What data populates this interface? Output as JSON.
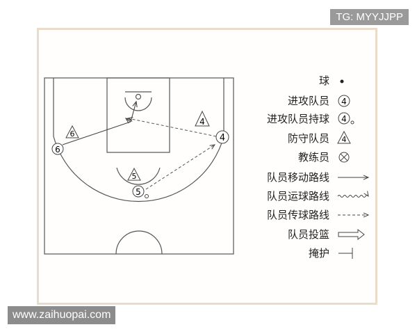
{
  "watermarks": {
    "top_right": "TG: MYYJJPP",
    "bottom_left": "www.zaihuopai.com"
  },
  "players": {
    "offense_left": "6",
    "offense_right": "4",
    "offense_bottom": "5",
    "defense_left": "6",
    "defense_right": "4",
    "defense_center": "5"
  },
  "legend": {
    "ball": "球",
    "offensive_player": "进攻队员",
    "offensive_player_with_ball": "进攻队员持球",
    "defensive_player": "防守队员",
    "coach": "教练员",
    "player_movement": "队员移动路线",
    "dribble_path": "队员运球路线",
    "pass_path": "队员传球路线",
    "shot": "队员投篮",
    "screen": "掩护",
    "sample_number": "4"
  },
  "colors": {
    "line": "#444444",
    "frame": "#e9dccb",
    "pass": "#555555"
  }
}
